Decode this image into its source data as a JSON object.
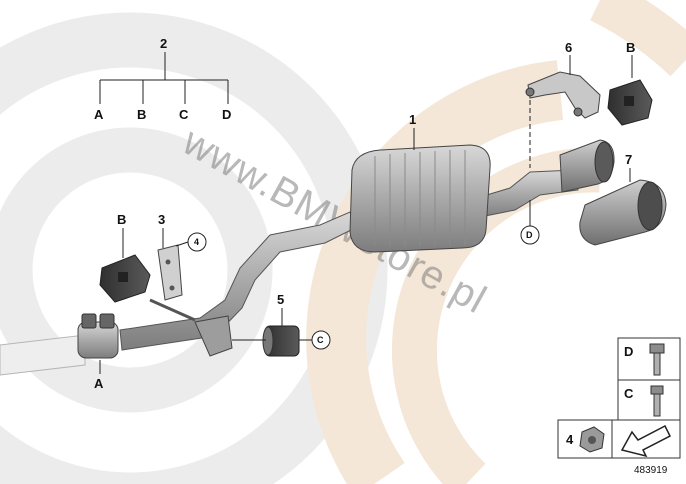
{
  "watermark": "www.BMWstore.pl",
  "diagram_number": "483919",
  "tree": {
    "root": "2",
    "children": [
      "A",
      "B",
      "C",
      "D"
    ]
  },
  "callouts": {
    "muffler": "1",
    "bracket": "3",
    "damper": "5",
    "hanger_bracket": "6",
    "tailpipe_trim": "7",
    "clamp": "A",
    "rubber_mount_left": "B",
    "rubber_mount_right": "B"
  },
  "circled_refs": {
    "bracket_nut": "4",
    "damper_bolt": "C",
    "muffler_bolt": "D"
  },
  "legend": {
    "bolt_d": "D",
    "bolt_c": "C",
    "nut": "4"
  },
  "colors": {
    "background_arc_gray": "#e9e9e9",
    "background_arc_beige": "#f3e6d6",
    "part_metal": "#b9b9b9",
    "part_dark": "#555555",
    "line": "#222222"
  }
}
